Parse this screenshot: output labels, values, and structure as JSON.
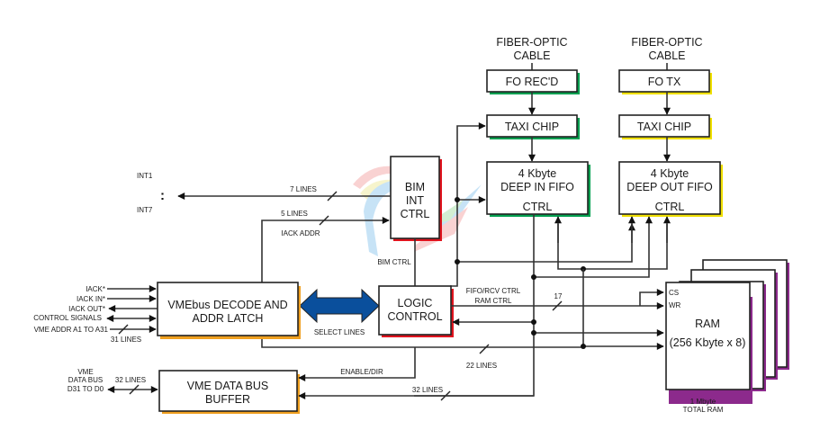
{
  "colors": {
    "green_shadow": "#00a050",
    "yellow_shadow": "#f0e000",
    "red_shadow": "#e0141e",
    "orange_shadow": "#f0a020",
    "purple_shadow": "#8c2a8c",
    "select_arrow": "#0a4f9c",
    "wire": "#333333"
  },
  "fiber_in": {
    "line1": "FIBER-OPTIC",
    "line2": "CABLE"
  },
  "fiber_out": {
    "line1": "FIBER-OPTIC",
    "line2": "CABLE"
  },
  "blocks": {
    "fo_recd": "FO REC'D",
    "fo_tx": "FO TX",
    "taxi_in": "TAXI CHIP",
    "taxi_out": "TAXI CHIP",
    "in_fifo": {
      "line1": "4 Kbyte",
      "line2": "DEEP IN FIFO",
      "line3": "CTRL"
    },
    "out_fifo": {
      "line1": "4 Kbyte",
      "line2": "DEEP OUT FIFO",
      "line3": "CTRL"
    },
    "bim": {
      "line1": "BIM",
      "line2": "INT",
      "line3": "CTRL"
    },
    "vme_decode": {
      "line1": "VMEbus DECODE AND",
      "line2": "ADDR LATCH"
    },
    "logic": {
      "line1": "LOGIC",
      "line2": "CONTROL"
    },
    "data_buf": {
      "line1": "VME DATA BUS",
      "line2": "BUFFER"
    },
    "ram": {
      "line1": "RAM",
      "line2": "(256 Kbyte x 8)",
      "cs": "CS",
      "wr": "WR"
    }
  },
  "labels": {
    "int1": "INT1",
    "int7": "INT7",
    "int_dots": ":",
    "lines7": "7 LINES",
    "lines5": "5 LINES",
    "iack_addr": "IACK ADDR",
    "bim_ctrl": "BIM CTRL",
    "select_lines": "SELECT LINES",
    "fifo_rcv_ctrl": "FIFO/RCV CTRL",
    "ram_ctrl": "RAM CTRL",
    "n17": "17",
    "lines22": "22 LINES",
    "enable_dir": "ENABLE/DIR",
    "lines32_bus": "32 LINES",
    "lines31": "31 LINES",
    "lines32_vme": "32 LINES",
    "ram_total1": "1 Mbyte",
    "ram_total2": "TOTAL RAM"
  },
  "vme_signals": [
    "IACK*",
    "IACK IN*",
    "IACK OUT*",
    "CONTROL SIGNALS",
    "VME ADDR A1 TO A31"
  ],
  "vme_data_bus": [
    "VME",
    "DATA BUS",
    "D31 TO D0"
  ]
}
